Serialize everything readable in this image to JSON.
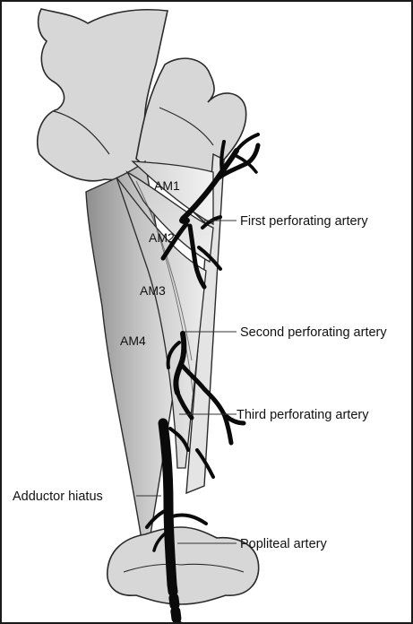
{
  "labels": {
    "am1": "AM1",
    "am2": "AM2",
    "am3": "AM3",
    "am4": "AM4",
    "first_perforating": "First perforating artery",
    "second_perforating": "Second perforating artery",
    "third_perforating": "Third perforating artery",
    "adductor_hiatus": "Adductor hiatus",
    "popliteal": "Popliteal artery"
  },
  "colors": {
    "bone_fill": "#d7d7d7",
    "bone_outline": "#2a2a2a",
    "muscle_dark": "#9a9a9a",
    "muscle_light": "#ececec",
    "artery": "#0a0a0a"
  }
}
